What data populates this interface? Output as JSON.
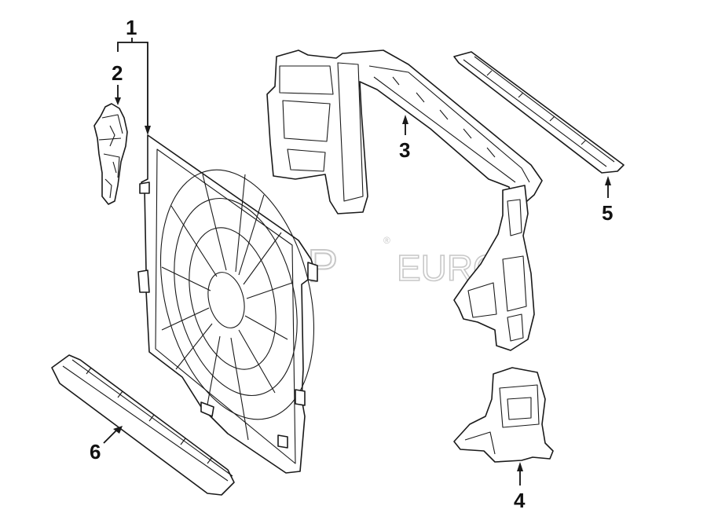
{
  "diagram": {
    "callouts": [
      {
        "id": "1",
        "label": "1"
      },
      {
        "id": "2",
        "label": "2"
      },
      {
        "id": "3",
        "label": "3"
      },
      {
        "id": "4",
        "label": "4"
      },
      {
        "id": "5",
        "label": "5"
      },
      {
        "id": "6",
        "label": "6"
      }
    ]
  },
  "watermark": {
    "brand": "FCP",
    "suffix": "EURO",
    "registered_mark": "®"
  },
  "colors": {
    "line": "#1a1a1a",
    "background": "#ffffff",
    "watermark": "#c8c8c8"
  }
}
